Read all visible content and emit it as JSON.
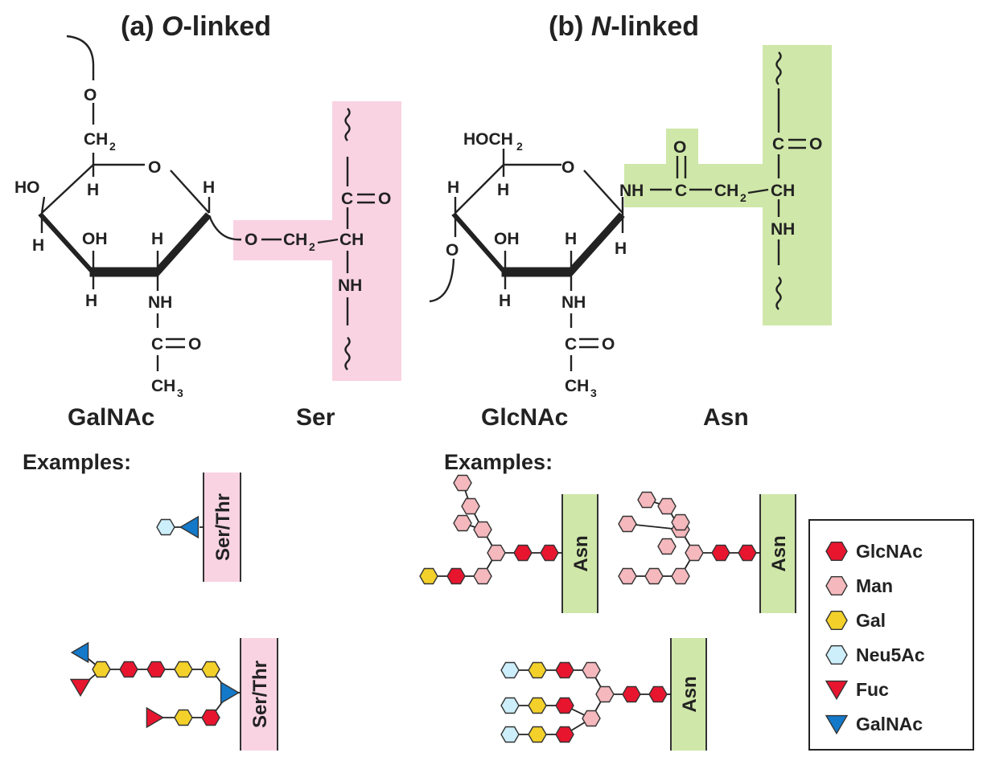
{
  "colors": {
    "ser_highlight": "#f9d3e2",
    "asn_highlight": "#cfe7a8",
    "GlcNAc": "#e8152f",
    "Man": "#f4b8bd",
    "Gal": "#f3d12a",
    "Neu5Ac": "#cdeefb",
    "Fuc": "#e8152f",
    "GalNAc": "#1479c9"
  },
  "panel_a": {
    "title_prefix": "(a) ",
    "title_italic": "O",
    "title_suffix": "-linked",
    "sugar_name": "GalNAc",
    "residue_name": "Ser",
    "atoms": {
      "ring_o": "O",
      "link_o": "O",
      "ch2": "CH",
      "ch2_sub": "2",
      "ho": "HO",
      "h1": "H",
      "h2": "H",
      "h3": "H",
      "h4": "H",
      "h5": "H",
      "oh": "OH",
      "nh": "NH",
      "co": "C",
      "co_o": "O",
      "ch3": "CH",
      "ch3_sub": "3",
      "ser_o": "O",
      "ser_ch2": "CH",
      "ser_ch2_sub": "2",
      "ser_ch": "CH",
      "ser_nh": "NH",
      "ser_c": "C",
      "ser_co": "O"
    }
  },
  "panel_b": {
    "title_prefix": "(b) ",
    "title_italic": "N",
    "title_suffix": "-linked",
    "sugar_name": "GlcNAc",
    "residue_name": "Asn",
    "atoms": {
      "hoch2": "HOCH",
      "hoch2_sub": "2",
      "ring_o": "O",
      "h1": "H",
      "h2": "H",
      "h3": "H",
      "h4": "H",
      "h5": "H",
      "o4": "O",
      "oh": "OH",
      "nh": "NH",
      "co": "C",
      "co_o": "O",
      "ch3": "CH",
      "ch3_sub": "3",
      "asn_nh": "NH",
      "asn_c": "C",
      "asn_co": "O",
      "asn_ch2": "CH",
      "asn_ch2_sub": "2",
      "asn_ch": "CH",
      "asn_nh2": "NH",
      "asn_c2": "C",
      "asn_co2": "O"
    }
  },
  "examples_label_a": "Examples:",
  "examples_label_b": "Examples:",
  "ser_thr_label": "Ser/Thr",
  "asn_label": "Asn",
  "legend": [
    {
      "label": "GlcNAc",
      "shape": "hexagon",
      "color_key": "GlcNAc"
    },
    {
      "label": "Man",
      "shape": "hexagon",
      "color_key": "Man"
    },
    {
      "label": "Gal",
      "shape": "hexagon",
      "color_key": "Gal"
    },
    {
      "label": "Neu5Ac",
      "shape": "hexagon",
      "color_key": "Neu5Ac"
    },
    {
      "label": "Fuc",
      "shape": "triangle-down",
      "color_key": "Fuc"
    },
    {
      "label": "GalNAc",
      "shape": "triangle-left",
      "color_key": "GalNAc"
    }
  ]
}
